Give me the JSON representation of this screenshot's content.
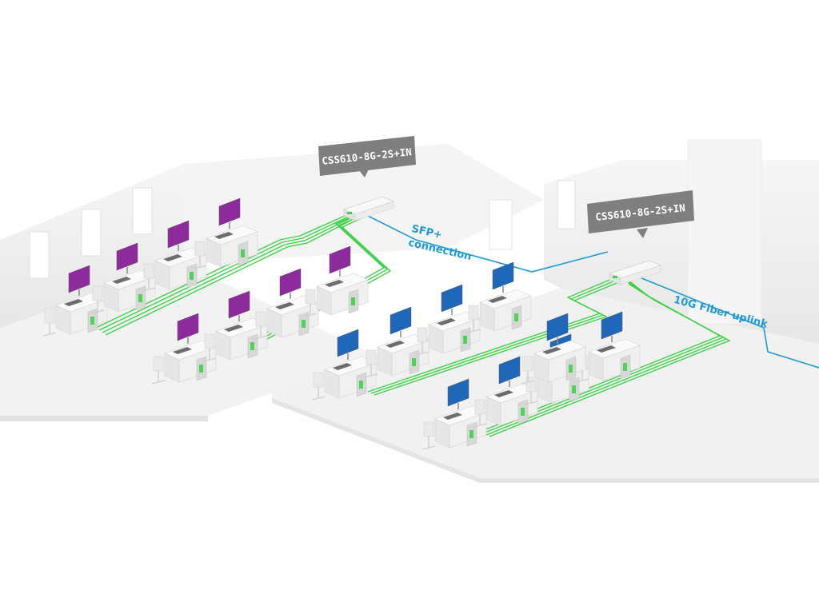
{
  "diagram": {
    "switches": [
      {
        "id": "left",
        "model": "CSS610-8G-2S+IN"
      },
      {
        "id": "right",
        "model": "CSS610-8G-2S+IN"
      }
    ],
    "annotations": {
      "sfp_line1": "SFP+",
      "sfp_line2": "connection",
      "fiber": "10G Fiber uplink"
    },
    "workstations": {
      "left_room_count": 8,
      "right_room_count": 9,
      "left_monitor_color": "#8d2a9c",
      "right_monitor_color": "#1f67b8"
    },
    "colors": {
      "ethernet_cable": "#3fd14a",
      "fiber_cable": "#1e9ad6",
      "label_bg": "#7f7f7f",
      "floor": "#f3f3f3",
      "wall": "#ebebeb"
    }
  }
}
